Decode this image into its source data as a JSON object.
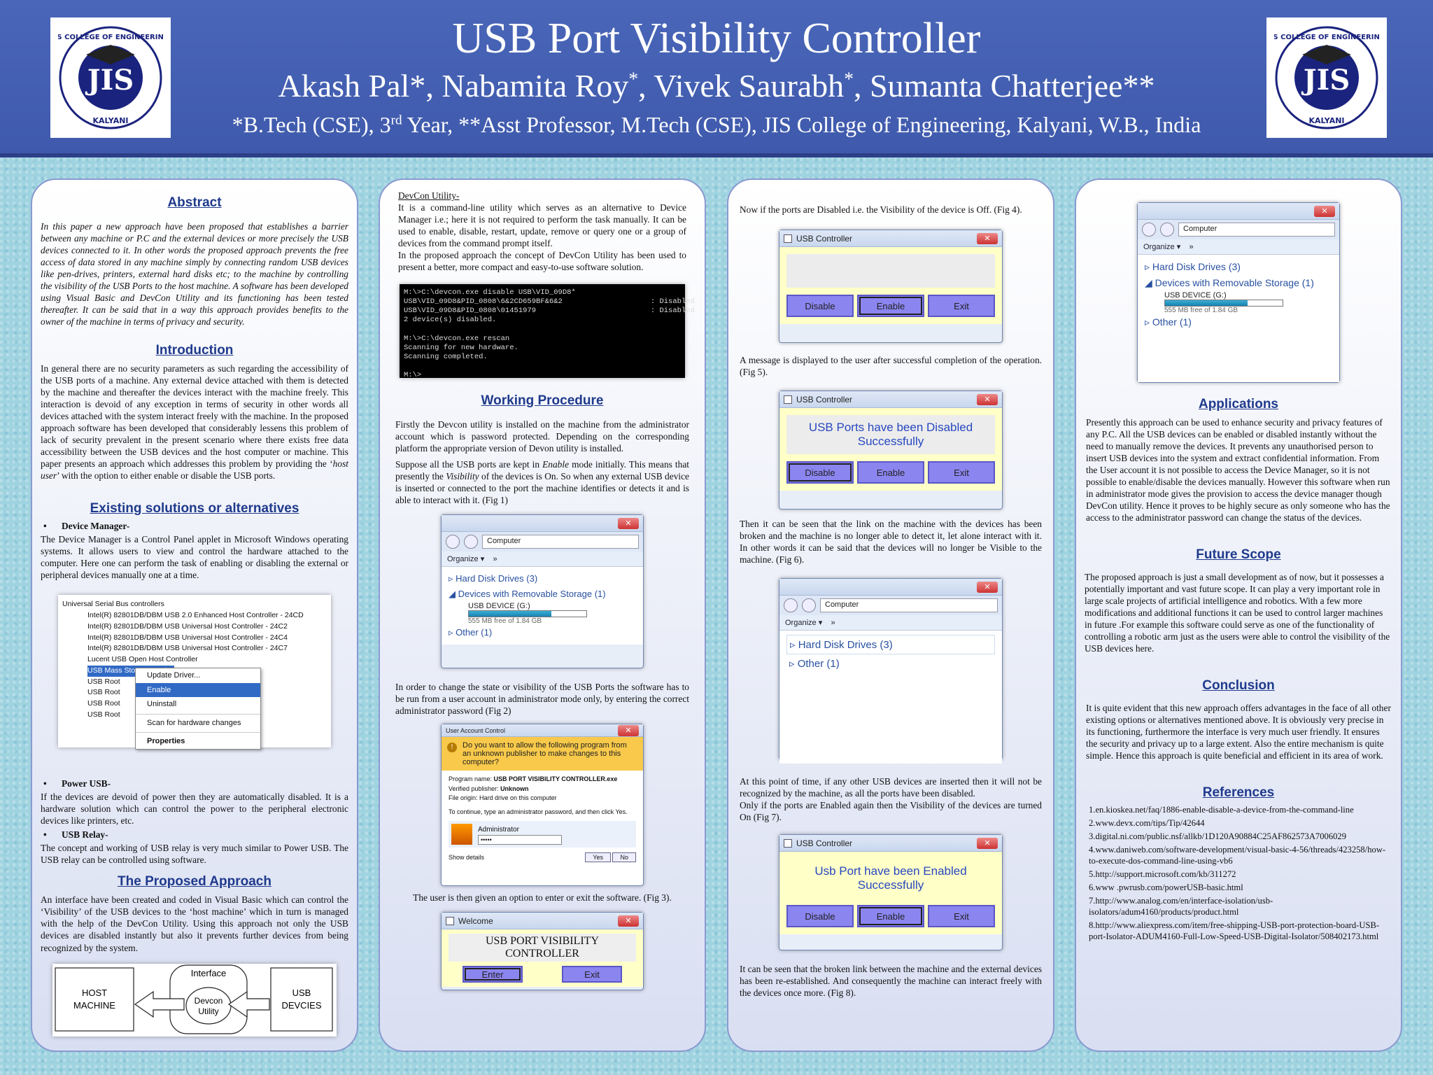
{
  "header": {
    "title": "USB Port Visibility Controller",
    "authors": "Akash Pal*, Nabamita Roy*, Vivek Saurabh*, Sumanta Chatterjee**",
    "affiliation": "*B.Tech (CSE), 3rd Year, **Asst Professor, M.Tech (CSE), JIS College of Engineering, Kalyani, W.B., India",
    "logo_text_top": "JIS COLLEGE OF ENGINEERING",
    "logo_text_bottom": "KALYANI",
    "logo_mark": "JIS"
  },
  "abstract": {
    "title": "Abstract",
    "text": "In this paper a new approach have been proposed that establishes a barrier between any machine or P.C and the external devices or more precisely the USB devices connected to it. In other words the proposed approach prevents the free access of data stored in any machine simply by connecting random USB devices like pen-drives, printers, external hard disks etc; to the machine by controlling the visibility of the USB Ports to the host machine. A software has been developed using Visual Basic and DevCon Utility and its functioning has been tested thereafter. It can be said that in a way this approach provides benefits to the owner of the machine in terms of privacy and security."
  },
  "introduction": {
    "title": "Introduction",
    "text_before": "In general there are no security parameters as such regarding the accessibility of the USB ports of a machine. Any external device attached with them is detected by the machine and thereafter the devices interact with the machine freely. This interaction is devoid of any exception in terms of security in other words all devices attached with the system interact freely with the machine. In the proposed approach software has been developed that considerably lessens this problem of lack of security prevalent in the present scenario where there exists free data accessibility between the USB devices and the host computer or machine. This paper presents an approach which addresses this problem by providing the ‘",
    "text_em": "host user",
    "text_after": "’ with the option to either enable or disable the USB ports."
  },
  "existing": {
    "title": "Existing solutions or alternatives",
    "device_manager_label": "Device Manager-",
    "device_manager_text": "The Device Manager is a  Control Panel applet in Microsoft Windows operating systems. It allows users to view and control the hardware attached to the computer. Here one can perform the task of enabling or disabling the external or peripheral devices manually one at a time.",
    "power_usb_label": "Power USB-",
    "power_usb_text": "If the devices are devoid of power then they are automatically disabled. It is a hardware solution which can control the power to the peripheral electronic devices like printers, etc.",
    "usb_relay_label": "USB Relay-",
    "usb_relay_text": "The concept and working of USB relay is very much similar to Power USB. The USB relay can be controlled using software.",
    "devtree": {
      "root": "Universal Serial Bus controllers",
      "items": [
        "Intel(R) 82801DB/DBM USB 2.0 Enhanced Host Controller - 24CD",
        "Intel(R) 82801DB/DBM USB Universal Host Controller - 24C2",
        "Intel(R) 82801DB/DBM USB Universal Host Controller - 24C4",
        "Intel(R) 82801DB/DBM USB Universal Host Controller - 24C7",
        "Lucent USB Open Host Controller",
        "USB Mass Storage Device",
        "USB Root",
        "USB Root",
        "USB Root",
        "USB Root"
      ],
      "menu": [
        "Update Driver...",
        "Enable",
        "Uninstall",
        "Scan for hardware changes",
        "Properties"
      ]
    }
  },
  "proposed": {
    "title": "The Proposed Approach",
    "text": "An interface have been created and coded in Visual Basic which can control the ‘Visibility’ of the USB devices to the ‘host machine’ which in turn is managed with the help of the DevCon Utility. Using this approach not only the USB devices are disabled instantly but also it prevents further devices from being recognized by the system.",
    "diagram": {
      "host": [
        "HOST",
        "MACHINE"
      ],
      "interface": "Interface",
      "devcon": [
        "Devcon",
        "Utility"
      ],
      "usb": [
        "USB",
        "DEVCIES"
      ]
    }
  },
  "devcon": {
    "heading": "DevCon Utility-",
    "text1": "It is a command-line utility which serves as an alternative to Device Manager i.e.; here it is not required to perform the task manually. It can be used to enable, disable, restart, update, remove or query one or a group of devices from the command prompt itself.",
    "text2": "In the proposed approach the concept of DevCon Utility has been used to present a better, more compact and easy-to-use software solution.",
    "console": "M:\\>C:\\devcon.exe disable USB\\VID_09D8*\nUSB\\VID_09D8&PID_0808\\6&2CD659BF&6&2                    : Disabled\nUSB\\VID_09D8&PID_0808\\01451979                          : Disabled\n2 device(s) disabled.\n\nM:\\>C:\\devcon.exe rescan\nScanning for new hardware.\nScanning completed.\n\nM:\\>"
  },
  "working": {
    "title": "Working Procedure",
    "p1": "Firstly the Devcon utility is installed on the machine from the administrator account which is password protected. Depending on the corresponding platform the appropriate version of Devon utility is installed.",
    "p2_a": "Suppose all the USB ports are kept in ",
    "p2_em1": "Enable",
    "p2_b": " mode initially. This means that presently the ",
    "p2_em2": "Visibility",
    "p2_c": " of the devices is On. So when any external USB device is inserted or connected to the port the machine identifies or detects it and is able to interact with it. (Fig 1)",
    "p3": "In order to change the state or visibility of the USB Ports the software has to be run from a user account in administrator mode only, by entering the correct administrator password (Fig 2)",
    "p4": "The user is then given an option to enter or exit the software. (Fig 3).",
    "uac": {
      "title": "User Account Control",
      "warning": "Do you want to allow the following program from an unknown publisher to make changes to this computer?",
      "program_label": "Program name:",
      "program": "USB PORT VISIBILITY CONTROLLER.exe",
      "publisher_label": "Verified publisher:",
      "publisher": "Unknown",
      "origin_label": "File origin:",
      "origin": "Hard drive on this computer",
      "continue": "To continue, type an administrator password, and then click Yes.",
      "user": "Administrator",
      "password": "•••••",
      "details": "Show details",
      "yes": "Yes",
      "no": "No"
    },
    "welcome": {
      "title": "Welcome",
      "text": "USB PORT VISIBILITY CONTROLLER",
      "enter": "Enter",
      "exit": "Exit"
    }
  },
  "explorer": {
    "address": "Computer",
    "organize": "Organize",
    "more": "»",
    "hdd": "Hard Disk Drives (3)",
    "removable": "Devices with Removable Storage (1)",
    "device": "USB DEVICE (G:)",
    "free": "555 MB free of 1.84 GB",
    "usage_fraction": 0.7,
    "other": "Other (1)"
  },
  "col3": {
    "p1": "Now if the ports are Disabled i.e. the Visibility of the device is Off. (Fig 4).",
    "p2": "A message is displayed to the user after successful completion of the operation. (Fig 5).",
    "p3": "Then it can be seen that the link on the machine with the devices has been broken and the machine is no longer able to detect it, let alone interact with it. In other words it can be said that the devices will no longer be Visible to the machine. (Fig 6).",
    "p4": "At this point of time, if any other USB devices are inserted then it will not be recognized by the machine, as all the ports have been disabled.",
    "p5": "Only if the ports are Enabled again then the Visibility of the devices are turned On (Fig 7).",
    "p6": "It can be seen that the broken link between the machine and the external devices has been re-established. And consequently the machine can interact freely with the devices once more. (Fig 8).",
    "controller": {
      "title": "USB Controller",
      "disable": "Disable",
      "enable": "Enable",
      "exit": "Exit",
      "msg_disabled": "USB Ports have been Disabled Successfully",
      "msg_enabled": "Usb Port have been Enabled Successfully"
    }
  },
  "applications": {
    "title": "Applications",
    "text": "Presently this approach can be used to enhance security and privacy features of any P.C. All the USB devices can be enabled or disabled instantly without the need to manually remove the devices. It prevents any unauthorised person to insert USB devices into the system and extract confidential information. From the User account it is not possible to access the Device Manager, so it is not possible to enable/disable the devices manually. However this software when run in administrator mode gives the provision to access the device manager though DevCon utility. Hence it proves to be highly secure as only someone who has the access to the administrator password can change the status of the devices."
  },
  "future": {
    "title": "Future Scope",
    "text": "The proposed approach is just a small development as of now, but it possesses a potentially important and vast future scope. It can play a very important role in large scale projects of artificial intelligence and robotics. With a few more modifications and additional functions it can be used to control larger machines in future .For example this software could serve as one of the functionality of controlling a robotic arm just as the users were able to control the visibility of the USB devices here."
  },
  "conclusion": {
    "title": "Conclusion",
    "text": "It is quite evident that this new approach offers advantages in the face of all other existing options or alternatives mentioned above. It is obviously very precise in its functioning, furthermore the interface is very much user friendly. It ensures the security and privacy up to a large extent. Also the entire mechanism is quite simple. Hence this approach is quite beneficial and efficient in its area of work."
  },
  "references": {
    "title": "References",
    "items": [
      "1.en.kioskea.net/faq/1886-enable-disable-a-device-from-the-command-line",
      "2.www.devx.com/tips/Tip/42644",
      "3.digital.ni.com/public.nsf/allkb/1D120A90884C25AF862573A7006029",
      "4.www.daniweb.com/software-development/visual-basic-4-56/threads/423258/how-to-execute-dos-command-line-using-vb6",
      "5.http://support.microsoft.com/kb/311272",
      "6.www .pwrusb.com/powerUSB-basic.html",
      "7.http://www.analog.com/en/interface-isolation/usb-isolators/adum4160/products/product.html",
      "8.http://www.aliexpress.com/item/free-shipping-USB-port-protection-board-USB-port-Isolator-ADUM4160-Full-Low-Speed-USB-Digital-Isolator/508402173.html"
    ]
  },
  "colors": {
    "header_bg": "#4a66b8",
    "section_title": "#1f3a8c",
    "button_purple": "#8b85f0",
    "dialog_yellow": "#ffffc8"
  }
}
